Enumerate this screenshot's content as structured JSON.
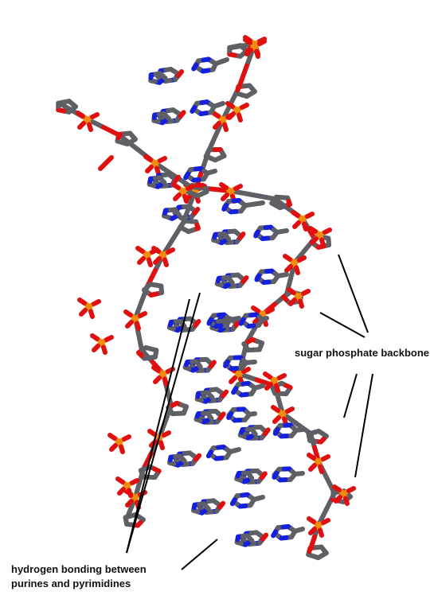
{
  "labels": {
    "backbone": "sugar phosphate backbone",
    "hbond_line1": "hydrogen bonding between",
    "hbond_line2": "purines and pyrimidines"
  },
  "colors": {
    "carbon": "#5f5f66",
    "nitrogen": "#1420dc",
    "oxygen": "#e01010",
    "phosphorus": "#f08c10",
    "leader": "#000000",
    "text": "#111111"
  }
}
